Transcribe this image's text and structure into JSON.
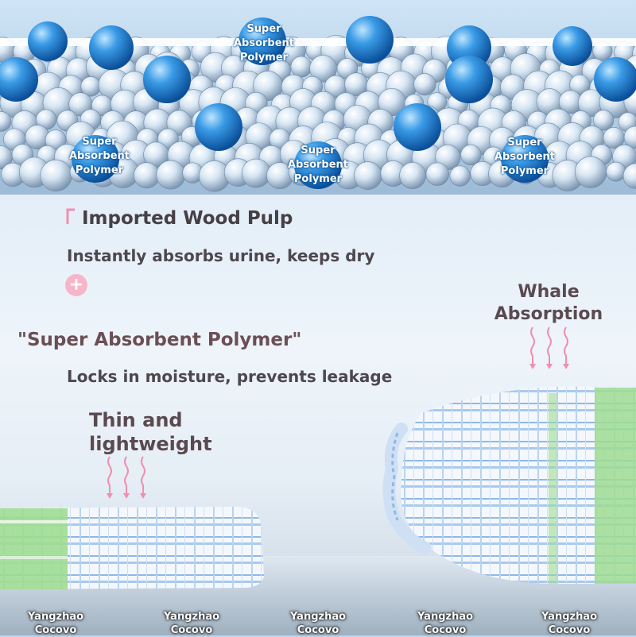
{
  "bead_labels": [
    {
      "text": "Super\nAbsorbent\nPolymer"
    },
    {
      "text": "Super\nAbsorbent\nPolymer"
    },
    {
      "text": "Super\nAbsorbent\nPolymer"
    },
    {
      "text": "Super\nAbsorbent\nPolymer"
    }
  ],
  "features": {
    "pulp_title": "Imported Wood Pulp",
    "pulp_desc": "Instantly absorbs urine, keeps dry",
    "plus_symbol": "+",
    "sap_title": "\"Super Absorbent Polymer\"",
    "sap_desc": "Locks in moisture, prevents leakage"
  },
  "products": {
    "thin_label_line1": "Thin and",
    "thin_label_line2": "lightweight",
    "whale_label_line1": "Whale",
    "whale_label_line2": "Absorption"
  },
  "watermarks": [
    {
      "line1": "Yangzhao",
      "line2": "Cocovo"
    },
    {
      "line1": "Yangzhao",
      "line2": "Cocovo"
    },
    {
      "line1": "Yangzhao",
      "line2": "Cocovo"
    },
    {
      "line1": "Yangzhao",
      "line2": "Cocovo"
    },
    {
      "line1": "Yangzhao",
      "line2": "Cocovo"
    }
  ],
  "colors": {
    "heading": "#463f46",
    "accent_pink": "#f08fb0",
    "bead_blue": "#1f7fd6",
    "pad_green": "#8fd48a",
    "pad_stripe": "#8fb8e6"
  }
}
